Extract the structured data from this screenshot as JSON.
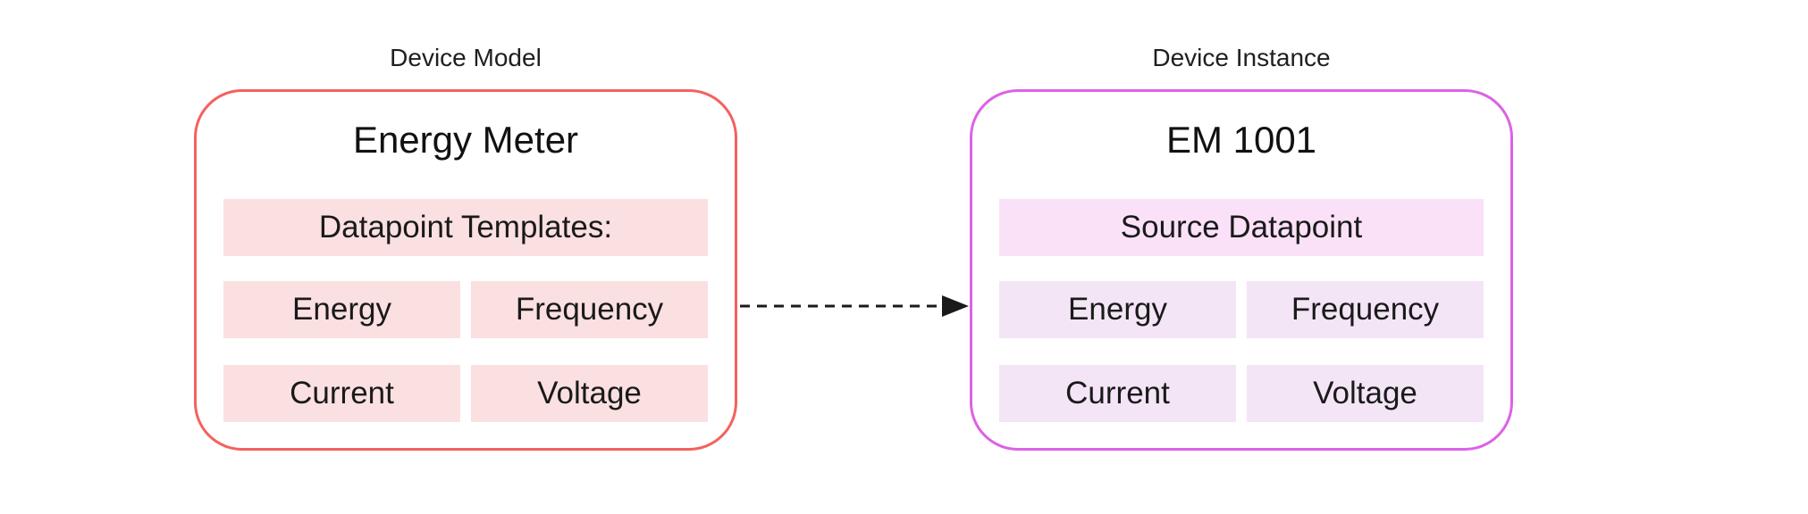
{
  "canvas": {
    "background": "#ffffff"
  },
  "model": {
    "label": "Device Model",
    "title": "Energy Meter",
    "banner": "Datapoint Templates:",
    "chips": [
      "Energy",
      "Frequency",
      "Current",
      "Voltage"
    ],
    "colors": {
      "border": "#F4615E",
      "fill": "#FBE0E1"
    }
  },
  "instance": {
    "label": "Device Instance",
    "title": "EM 1001",
    "banner": "Source Datapoint",
    "chips": [
      "Energy",
      "Frequency",
      "Current",
      "Voltage"
    ],
    "colors": {
      "border": "#DC62E6",
      "banner_fill": "#FAE1F8",
      "chip_fill": "#F3E5F6"
    }
  },
  "arrow": {
    "direction": "left-to-right",
    "style": "dashed",
    "color": "#1a1a1a"
  }
}
